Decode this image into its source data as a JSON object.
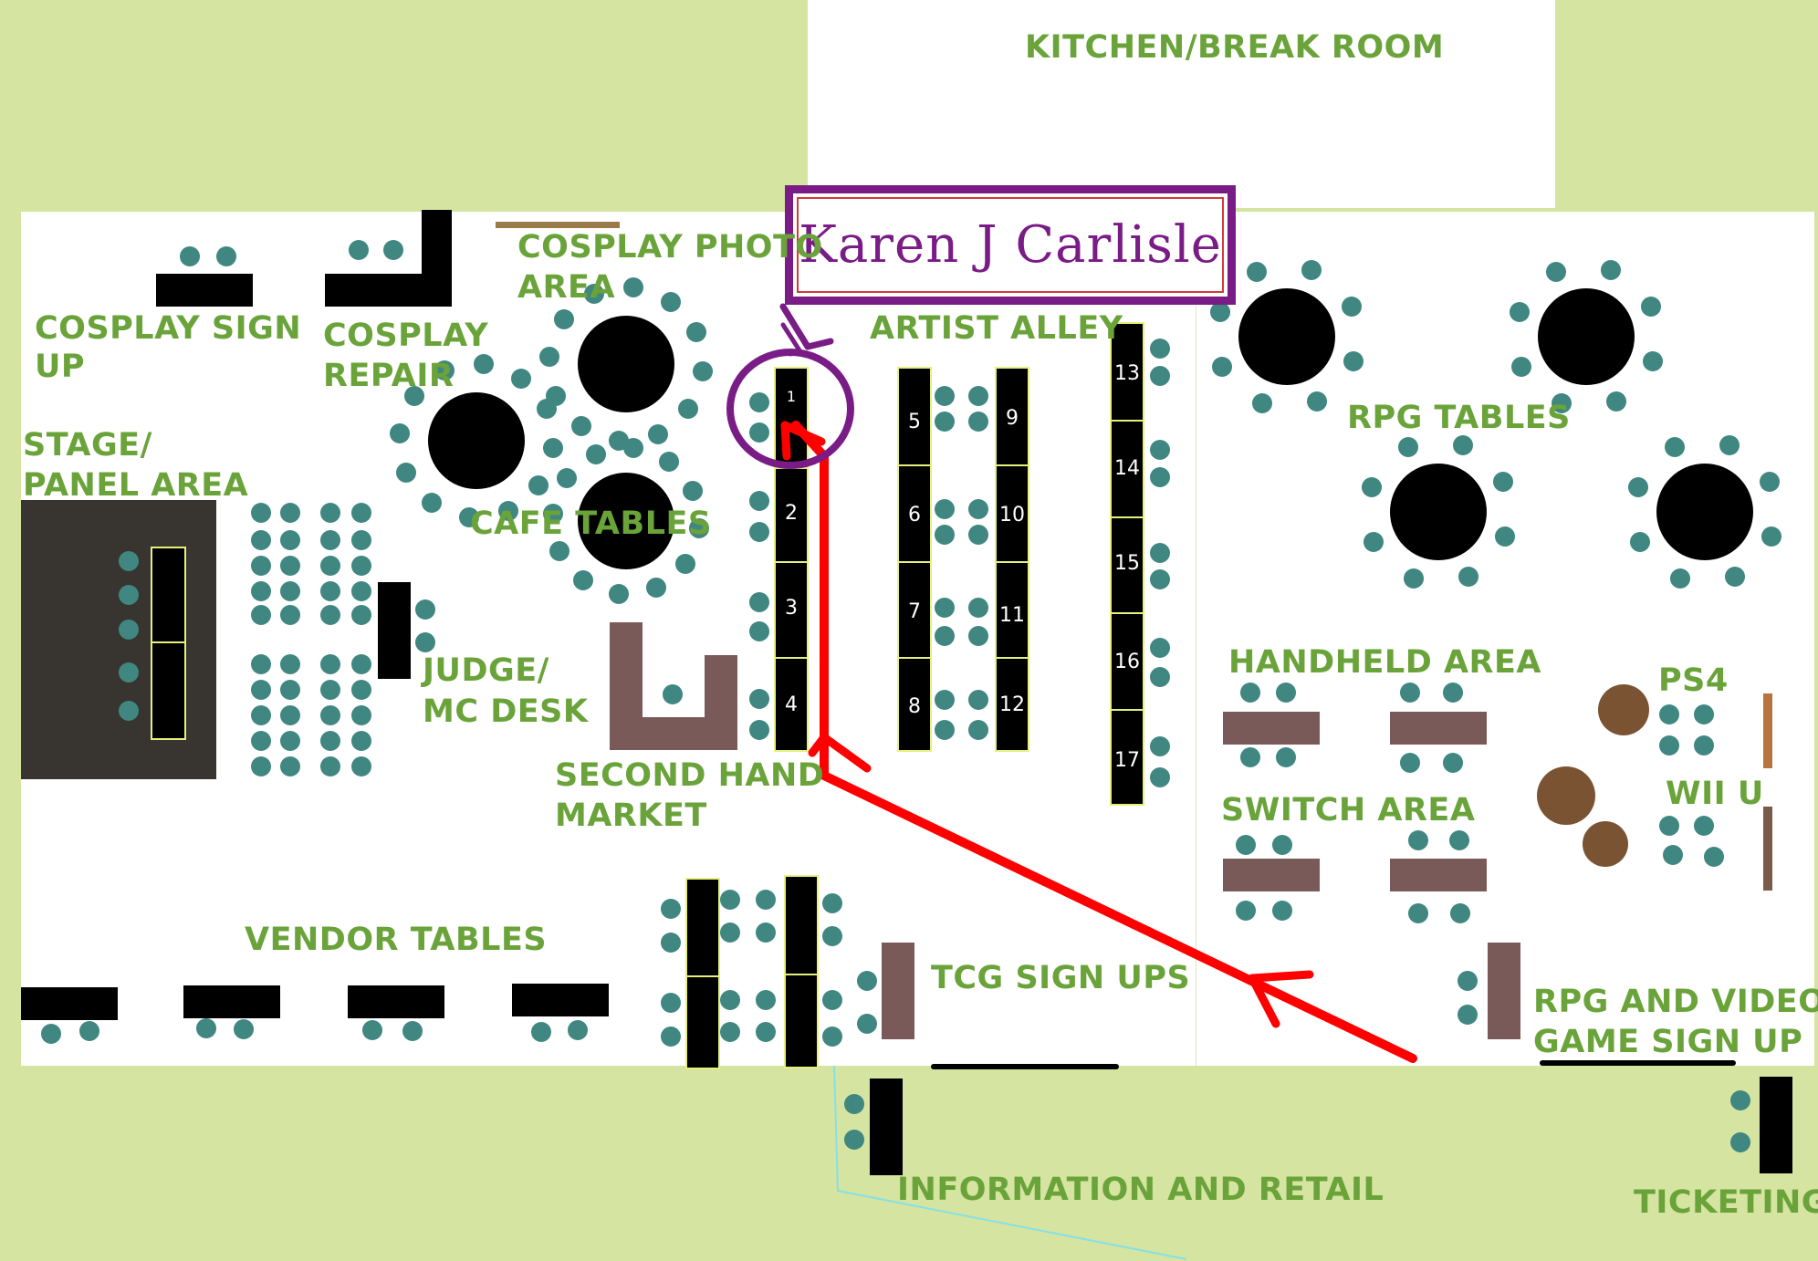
{
  "labels": {
    "kitchen": "KITCHEN/BREAK ROOM",
    "cosplay_photo_1": "COSPLAY PHOTO",
    "cosplay_photo_2": "AREA",
    "cosplay_signup_1": "COSPLAY SIGN",
    "cosplay_signup_2": "UP",
    "cosplay_repair_1": "COSPLAY",
    "cosplay_repair_2": "REPAIR",
    "stage_1": "STAGE/",
    "stage_2": "PANEL AREA",
    "cafe_tables": "CAFE TABLES",
    "judge_1": "JUDGE/",
    "judge_2": "MC DESK",
    "second_hand_1": "SECOND HAND",
    "second_hand_2": "MARKET",
    "artist_alley": "ARTIST ALLEY",
    "rpg_tables": "RPG TABLES",
    "handheld_area": "HANDHELD AREA",
    "switch_area": "SWITCH AREA",
    "ps4": "PS4",
    "wii_u": "WII U",
    "vendor_tables": "VENDOR TABLES",
    "tcg_sign_ups": "TCG SIGN UPS",
    "rpg_video_1": "RPG AND VIDEO",
    "rpg_video_2": "GAME SIGN UP",
    "information_retail": "INFORMATION AND RETAIL",
    "ticketing": "TICKETING"
  },
  "callout": {
    "name": "Karen J Carlisle"
  },
  "artist_alley_tables": {
    "col1": [
      "1",
      "2",
      "3",
      "4"
    ],
    "col2": [
      "5",
      "6",
      "7",
      "8"
    ],
    "col3": [
      "9",
      "10",
      "11",
      "12"
    ],
    "col4": [
      "13",
      "14",
      "15",
      "16",
      "17"
    ]
  },
  "colors": {
    "outside": "#d5e4a0",
    "floor": "#ffffff",
    "label_green": "#6aa33a",
    "seat_teal": "#3f8780",
    "table_black": "#000000",
    "table_brown": "#7a5a58",
    "stage_dark": "#38342f",
    "route_red": "#ff0000",
    "callout_purple": "#7a1c86"
  }
}
